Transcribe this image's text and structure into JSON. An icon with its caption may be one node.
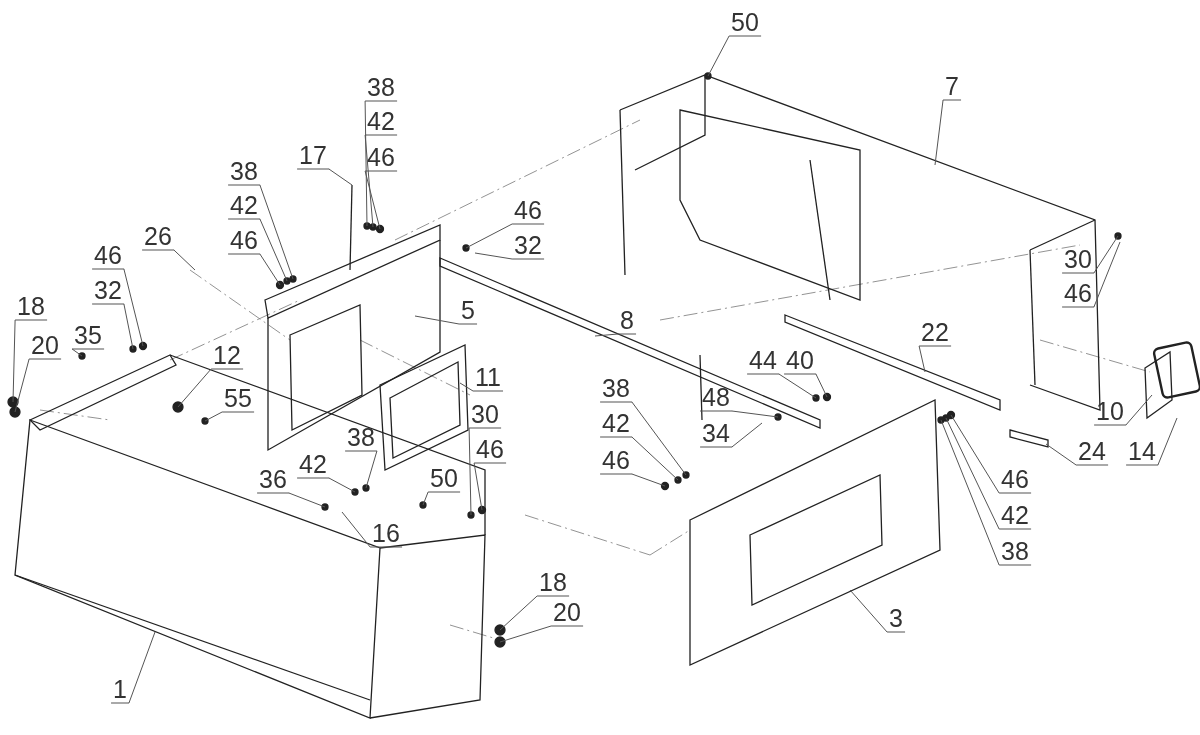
{
  "diagram": {
    "nodes": [
      {
        "text": [
          "50"
        ]
      },
      {
        "text": [
          "7"
        ]
      },
      {
        "text": [
          "38"
        ]
      },
      {
        "text": [
          "42"
        ]
      },
      {
        "text": [
          "46"
        ]
      },
      {
        "text": [
          "17"
        ]
      },
      {
        "text": [
          "38"
        ]
      },
      {
        "text": [
          "42"
        ]
      },
      {
        "text": [
          "46"
        ]
      },
      {
        "text": [
          "26"
        ]
      },
      {
        "text": [
          "46"
        ]
      },
      {
        "text": [
          "32"
        ]
      },
      {
        "text": [
          "30"
        ]
      },
      {
        "text": [
          "46"
        ]
      },
      {
        "text": [
          "46"
        ]
      },
      {
        "text": [
          "32"
        ]
      },
      {
        "text": [
          "35"
        ]
      },
      {
        "text": [
          "18"
        ]
      },
      {
        "text": [
          "20"
        ]
      },
      {
        "text": [
          "5"
        ]
      },
      {
        "text": [
          "12"
        ]
      },
      {
        "text": [
          "55"
        ]
      },
      {
        "text": [
          "11"
        ]
      },
      {
        "text": [
          "8"
        ]
      },
      {
        "text": [
          "22"
        ]
      },
      {
        "text": [
          "44"
        ]
      },
      {
        "text": [
          "40"
        ]
      },
      {
        "text": [
          "48"
        ]
      },
      {
        "text": [
          "34"
        ]
      },
      {
        "text": [
          "38"
        ]
      },
      {
        "text": [
          "42"
        ]
      },
      {
        "text": [
          "46"
        ]
      },
      {
        "text": [
          "10"
        ]
      },
      {
        "text": [
          "24"
        ]
      },
      {
        "text": [
          "14"
        ]
      },
      {
        "text": [
          "46"
        ]
      },
      {
        "text": [
          "42"
        ]
      },
      {
        "text": [
          "38"
        ]
      },
      {
        "text": [
          "38"
        ]
      },
      {
        "text": [
          "42"
        ]
      },
      {
        "text": [
          "36"
        ]
      },
      {
        "text": [
          "16"
        ]
      },
      {
        "text": [
          "50"
        ]
      },
      {
        "text": [
          "30"
        ]
      },
      {
        "text": [
          "46"
        ]
      },
      {
        "text": [
          "18"
        ]
      },
      {
        "text": [
          "20"
        ]
      },
      {
        "text": [
          "1"
        ]
      },
      {
        "text": [
          "3"
        ]
      }
    ],
    "edges": [
      {
        "from": 0,
        "to": null,
        "arrow": "none"
      },
      {
        "from": 1,
        "to": null,
        "arrow": "none"
      },
      {
        "from": 2,
        "to": null,
        "arrow": "none"
      },
      {
        "from": 3,
        "to": null,
        "arrow": "none"
      },
      {
        "from": 4,
        "to": null,
        "arrow": "none"
      },
      {
        "from": 5,
        "to": null,
        "arrow": "none"
      },
      {
        "from": 6,
        "to": null,
        "arrow": "none"
      },
      {
        "from": 7,
        "to": null,
        "arrow": "none"
      },
      {
        "from": 8,
        "to": null,
        "arrow": "none"
      },
      {
        "from": 9,
        "to": null,
        "arrow": "none"
      },
      {
        "from": 10,
        "to": null,
        "arrow": "none"
      },
      {
        "from": 11,
        "to": null,
        "arrow": "none"
      },
      {
        "from": 12,
        "to": null,
        "arrow": "none"
      },
      {
        "from": 13,
        "to": null,
        "arrow": "none"
      },
      {
        "from": 14,
        "to": null,
        "arrow": "none"
      },
      {
        "from": 15,
        "to": null,
        "arrow": "none"
      },
      {
        "from": 16,
        "to": null,
        "arrow": "none"
      },
      {
        "from": 17,
        "to": null,
        "arrow": "none"
      },
      {
        "from": 18,
        "to": null,
        "arrow": "none"
      },
      {
        "from": 19,
        "to": null,
        "arrow": "none"
      },
      {
        "from": 20,
        "to": null,
        "arrow": "none"
      },
      {
        "from": 21,
        "to": null,
        "arrow": "none"
      },
      {
        "from": 22,
        "to": null,
        "arrow": "none"
      },
      {
        "from": 23,
        "to": null,
        "arrow": "none"
      },
      {
        "from": 24,
        "to": null,
        "arrow": "none"
      },
      {
        "from": 25,
        "to": null,
        "arrow": "none"
      },
      {
        "from": 26,
        "to": null,
        "arrow": "none"
      },
      {
        "from": 27,
        "to": null,
        "arrow": "none"
      },
      {
        "from": 28,
        "to": null,
        "arrow": "none"
      },
      {
        "from": 29,
        "to": null,
        "arrow": "none"
      },
      {
        "from": 30,
        "to": null,
        "arrow": "none"
      },
      {
        "from": 31,
        "to": null,
        "arrow": "none"
      },
      {
        "from": 32,
        "to": null,
        "arrow": "none"
      },
      {
        "from": 33,
        "to": null,
        "arrow": "none"
      },
      {
        "from": 34,
        "to": null,
        "arrow": "none"
      },
      {
        "from": 35,
        "to": null,
        "arrow": "none"
      },
      {
        "from": 36,
        "to": null,
        "arrow": "none"
      },
      {
        "from": 37,
        "to": null,
        "arrow": "none"
      },
      {
        "from": 38,
        "to": null,
        "arrow": "none"
      },
      {
        "from": 39,
        "to": null,
        "arrow": "none"
      },
      {
        "from": 40,
        "to": null,
        "arrow": "none"
      },
      {
        "from": 41,
        "to": null,
        "arrow": "none"
      },
      {
        "from": 42,
        "to": null,
        "arrow": "none"
      },
      {
        "from": 43,
        "to": null,
        "arrow": "none"
      },
      {
        "from": 44,
        "to": null,
        "arrow": "none"
      },
      {
        "from": 45,
        "to": null,
        "arrow": "none"
      },
      {
        "from": 46,
        "to": null,
        "arrow": "none"
      },
      {
        "from": 47,
        "to": null,
        "arrow": "none"
      },
      {
        "from": 48,
        "to": null,
        "arrow": "none"
      }
    ]
  }
}
